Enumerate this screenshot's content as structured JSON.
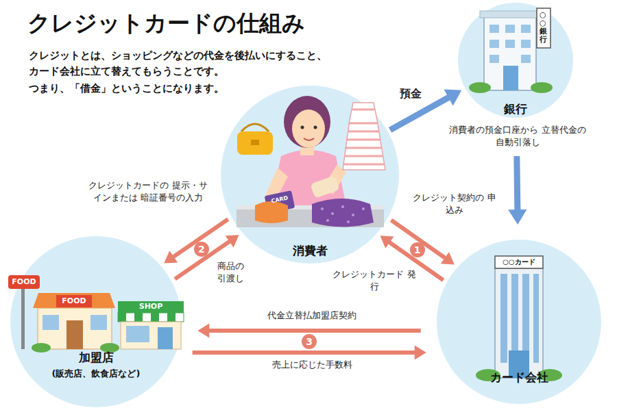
{
  "diagram": {
    "title": "クレジットカードの仕組み",
    "nodes": [
      {
        "text": [
          "消費者"
        ]
      },
      {
        "text": [
          "銀行"
        ]
      },
      {
        "text": [
          "加盟店",
          "(販売店、飲食店など)"
        ]
      },
      {
        "text": [
          "カード会社"
        ]
      }
    ],
    "edges": [
      {
        "from": 0,
        "to": 1,
        "arrow": "to",
        "label": "預金"
      },
      {
        "from": 1,
        "to": 3,
        "arrow": "to",
        "label": "消費者の預金口座から 立替代金の自動引落し"
      },
      {
        "from": 0,
        "to": 2,
        "arrow": "to",
        "label": "クレジットカードの 提示・サインまたは 暗証番号の入力"
      },
      {
        "from": 2,
        "to": 0,
        "arrow": "to",
        "label": "商品の 引渡し"
      },
      {
        "from": 0,
        "to": 3,
        "arrow": "to",
        "label": "クレジット契約の 申込み"
      },
      {
        "from": 3,
        "to": 0,
        "arrow": "to",
        "label": "クレジットカード 発行"
      },
      {
        "from": 3,
        "to": 2,
        "arrow": "to",
        "label": "代金立替払加盟店契約"
      },
      {
        "from": 2,
        "to": 3,
        "arrow": "to",
        "label": "売上に応じた手数料"
      }
    ],
    "labels": [
      "クレジットとは、ショッピングなどの代金を後払いにすること、 カード会社に立て替えてもらうことです。",
      "つまり、「借金」ということになります。",
      "○○銀行",
      "CARD",
      "FOOD",
      "FOOD",
      "SHOP",
      "○○カード",
      "1",
      "2",
      "3"
    ]
  }
}
